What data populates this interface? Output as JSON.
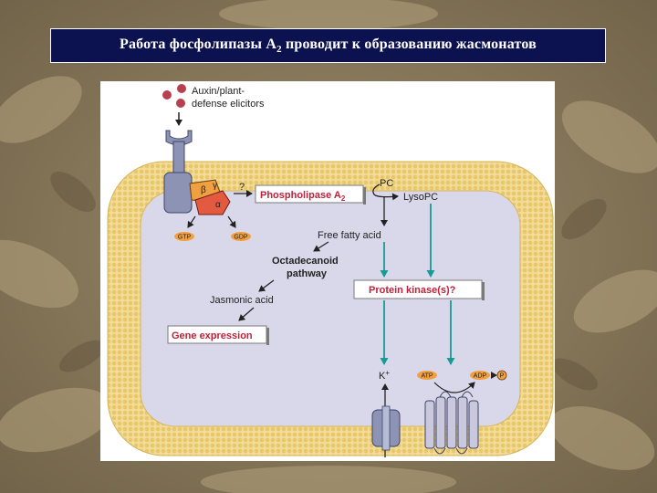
{
  "slide": {
    "title_main": "Работа фосфолипазы А",
    "title_sub": "2",
    "title_rest": " проводит к образованию жасмонатов"
  },
  "diagram": {
    "elicitors_line1": "Auxin/plant-",
    "elicitors_line2": "defense elicitors",
    "question_mark": "?",
    "phospholipase": "Phospholipase A",
    "phospholipase_sub": "2",
    "pc": "PC",
    "lyso_pc": "LysoPC",
    "free_fatty_acid": "Free fatty acid",
    "octadecanoid_line1": "Octadecanoid",
    "octadecanoid_line2": "pathway",
    "jasmonic_acid": "Jasmonic acid",
    "gene_expression": "Gene expression",
    "protein_kinases": "Protein kinase(s)?",
    "k_ion": "K",
    "k_charge": "+",
    "gtp": "GTP",
    "gdp": "GDP",
    "atp": "ATP",
    "adp": "ADP",
    "p": "P",
    "beta": "β",
    "gamma": "γ",
    "alpha": "α"
  },
  "colors": {
    "title_bg": "#0c1250",
    "membrane": "#f0d58a",
    "cytoplasm": "#d9d8ea",
    "highlight_text": "#c0203a",
    "teal_arrow": "#1a9a94",
    "receptor": "#8d93b5",
    "g_protein_beta": "#f0a040",
    "g_protein_alpha": "#e35a40",
    "elicitor": "#b8404e"
  }
}
